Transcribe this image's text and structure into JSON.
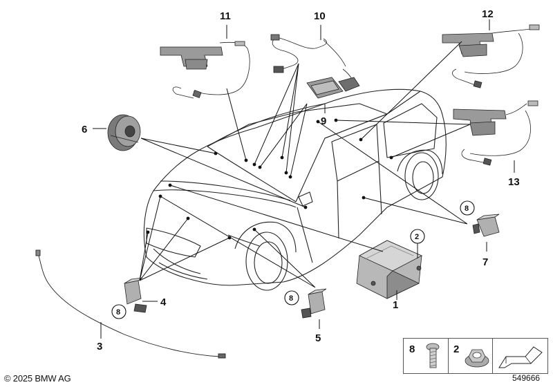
{
  "callouts": {
    "n1": "1",
    "n2": "2",
    "n3": "3",
    "n4": "4",
    "n5": "5",
    "n6": "6",
    "n7": "7",
    "n8": "8",
    "n9": "9",
    "n10": "10",
    "n11": "11",
    "n12": "12",
    "n13": "13"
  },
  "legend": {
    "item_a": "8",
    "item_b": "2"
  },
  "footer": {
    "copyright": "© 2025 BMW AG",
    "diagram_id": "549666"
  },
  "colors": {
    "line": "#111111",
    "part_fill": "#c8c8c8",
    "part_dark": "#6e6e6e"
  }
}
